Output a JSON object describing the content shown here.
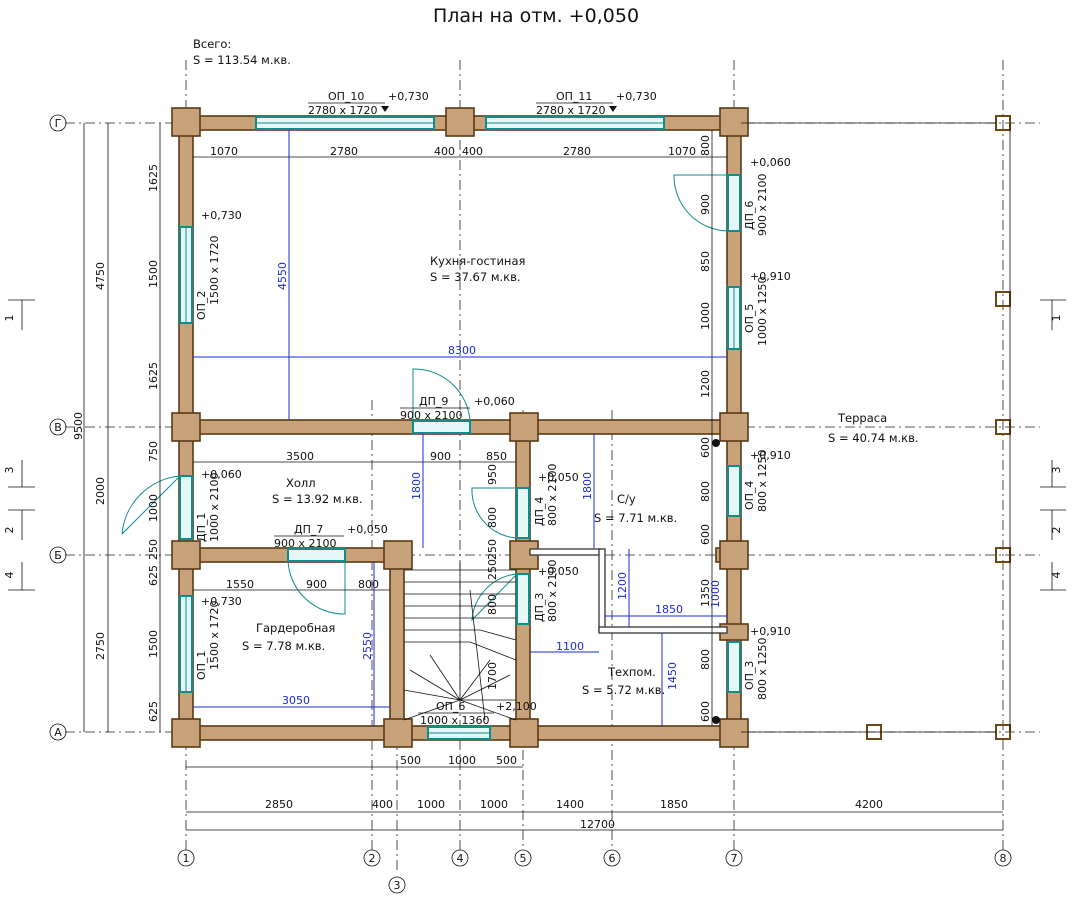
{
  "title": "План на отм. +0,050",
  "total": {
    "label": "Всего:",
    "value": "S    =   113.54 м.кв."
  },
  "rooms": [
    {
      "name": "Кухня-гостиная",
      "area": "S    =  37.67 м.кв."
    },
    {
      "name": "Холл",
      "area": "S    =  13.92 м.кв."
    },
    {
      "name": "С/у",
      "area": "S    =  7.71 м.кв."
    },
    {
      "name": "Гардеробная",
      "area": "S    =  7.78 м.кв."
    },
    {
      "name": "Техпом.",
      "area": "S    =  5.72 м.кв."
    },
    {
      "name": "Терраса",
      "area": "S    =  40.74 м.кв."
    }
  ],
  "openings": {
    "op10": {
      "name": "ОП_10",
      "size": "2780 x 1720",
      "mark": "+0,730"
    },
    "op11": {
      "name": "ОП_11",
      "size": "2780 x 1720",
      "mark": "+0,730"
    },
    "op2": {
      "name": "ОП_2",
      "size": "1500 x 1720",
      "mark": "+0,730"
    },
    "op1": {
      "name": "ОП_1",
      "size": "1500 x 1720",
      "mark": "+0,730"
    },
    "dp1": {
      "name": "ДП_1",
      "size": "1000 x 2100",
      "mark": "+0,060"
    },
    "dp9": {
      "name": "ДП_9",
      "size": "900 x 2100",
      "mark": "+0,060"
    },
    "dp7": {
      "name": "ДП_7",
      "size": "900 x 2100",
      "mark": "+0,050"
    },
    "dp4": {
      "name": "ДП_4",
      "size": "800 x 2100",
      "mark": "+0,050"
    },
    "dp3": {
      "name": "ДП_3",
      "size": "800 x 2100",
      "mark": "+0,050"
    },
    "dp6": {
      "name": "ДП_6",
      "size": "900 x 2100",
      "mark": "+0,060"
    },
    "op5": {
      "name": "ОП_5",
      "size": "1000 x 1250",
      "mark": "+0,910"
    },
    "op4": {
      "name": "ОП_4",
      "size": "800 x 1250",
      "mark": "+0,910"
    },
    "op3": {
      "name": "ОП_3",
      "size": "800 x 1250",
      "mark": "+0,910"
    },
    "op6": {
      "name": "ОП_6",
      "size": "1000 x 1360",
      "mark": "+2,100"
    }
  },
  "axes_x": [
    "1",
    "2",
    "3",
    "4",
    "5",
    "6",
    "7",
    "8"
  ],
  "axes_y": [
    "Г",
    "В",
    "Б",
    "А"
  ],
  "sections": [
    "1",
    "2",
    "3",
    "4"
  ],
  "bottom_dims": {
    "row1": [
      "500",
      "1000",
      "500"
    ],
    "row2": [
      "2850",
      "400",
      "1000",
      "1000",
      "1400",
      "1850",
      "4200"
    ],
    "total": "12700"
  },
  "left_dims": {
    "overall": "9500",
    "mid": [
      "4750",
      "2000",
      "2750"
    ],
    "inner": [
      "1625",
      "1500",
      "1625",
      "750",
      "1000",
      "250",
      "625",
      "1500",
      "625"
    ]
  },
  "top_dims": [
    "1070",
    "2780",
    "400",
    "400",
    "2780",
    "1070"
  ],
  "right_wall_dims": [
    "800",
    "900",
    "850",
    "1000",
    "1200",
    "600",
    "800",
    "600",
    "1350",
    "800",
    "600"
  ],
  "hall_dims": [
    "3500",
    "900",
    "850"
  ],
  "inner_dims": [
    "1550",
    "900",
    "800",
    "950",
    "800",
    "250",
    "250",
    "800",
    "1700"
  ],
  "blue_dims": [
    "4550",
    "8300",
    "1800",
    "1800",
    "1200",
    "1850",
    "1000",
    "1100",
    "1450",
    "2550",
    "3050"
  ]
}
